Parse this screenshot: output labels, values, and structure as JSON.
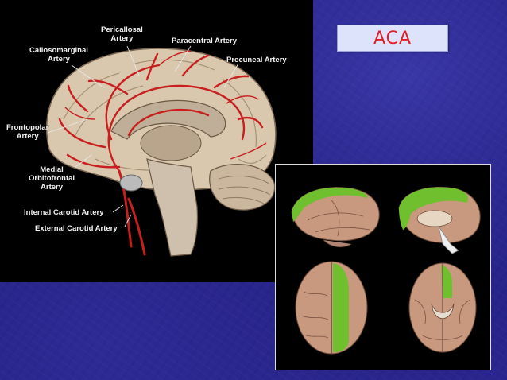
{
  "slide": {
    "title": "ACA",
    "labels": {
      "pericallosal": "Pericallosal\nArtery",
      "paracentral": "Paracentral Artery",
      "callosomarginal": "Callosomarginal\nArtery",
      "precuneal": "Precuneal Artery",
      "frontopolar": "Frontopolar\nArtery",
      "medial_orbitofrontal": "Medial\nOrbitofrontal\nArtery",
      "internal_carotid": "Internal Carotid Artery",
      "external_carotid": "External Carotid Artery"
    }
  },
  "colors": {
    "background": "#231f86",
    "title_text": "#e01f26",
    "title_box": "#dce3fb",
    "artery": "#c81e1e",
    "territory": "#6fbf2e",
    "brain": "#c8a88e"
  }
}
